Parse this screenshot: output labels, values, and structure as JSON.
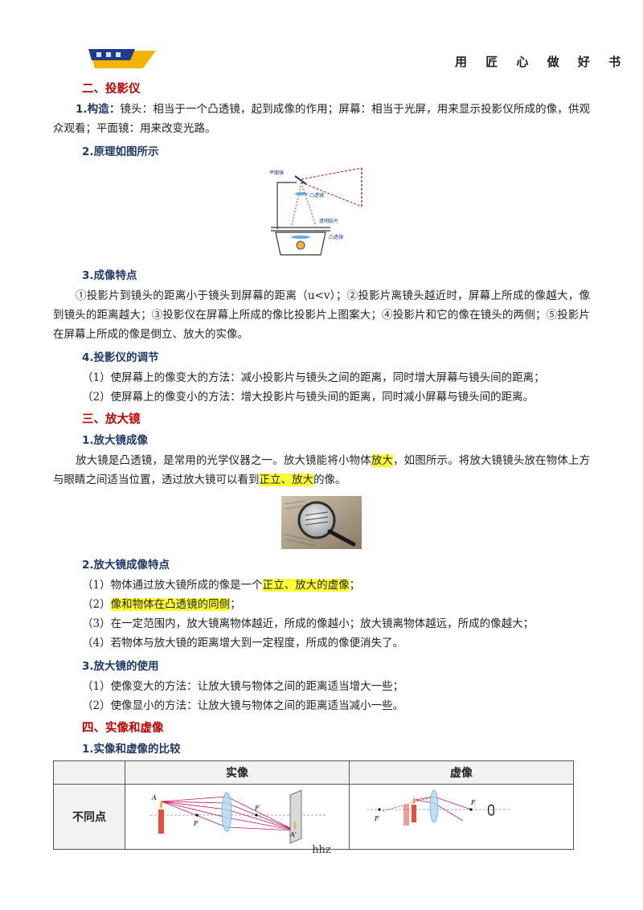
{
  "header": {
    "motto": "用 匠 心 做 好 书",
    "logo_icon": "brand-logo-icon"
  },
  "sec2": {
    "title": "二、投影仪",
    "s1_label": "1.构造：",
    "s1_text": "镜头：相当于一个凸透镜，起到成像的作用；屏幕：相当于光屏，用来显示投影仪所成的像，供观众观看；平面镜：用来改变光路。",
    "s2_title": "2.原理如图所示",
    "fig1_labels": [
      "平面镜",
      "凸透镜",
      "透明胶片",
      "凸透镜"
    ],
    "s3_title": "3.成像特点",
    "s3_text": "①投影片到镜头的距离小于镜头到屏幕的距离（u<v）；②投影片离镜头越近时，屏幕上所成的像越大，像到镜头的距离越大；③投影仪在屏幕上所成的像比投影片上图案大；④投影片和它的像在镜头的两侧；⑤投影片在屏幕上所成的像是倒立、放大的实像。",
    "s4_title": "4.投影仪的调节",
    "s4_items": [
      "（1）使屏幕上的像变大的方法：减小投影片与镜头之间的距离，同时增大屏幕与镜头间的距离；",
      "（2）使屏幕上的像变小的方法：增大投影片与镜头间的距离，同时减小屏幕与镜头间的距离。"
    ]
  },
  "sec3": {
    "title": "三、放大镜",
    "s1_title": "1.放大镜成像",
    "s1_a": "放大镜是凸透镜，是常用的光学仪器之一。放大镜能将小物体",
    "s1_hl1": "放大",
    "s1_b": "，如图所示。将放大镜镜头放在物体上方与眼睛之间适当位置，透过放大镜可以看到",
    "s1_hl2": "正立、放大",
    "s1_c": "的像。",
    "s2_title": "2.放大镜成像特点",
    "s2_i1a": "（1）物体通过放大镜所成的像是一个",
    "s2_i1hl": "正立、放大的虚像",
    "s2_i1b": "；",
    "s2_i2a": "（2）",
    "s2_i2hl": "像和物体在凸透镜的同侧",
    "s2_i2b": "；",
    "s2_i3": "（3）在一定范围内，放大镜离物体越近，所成的像越小；放大镜离物体越远，所成的像越大；",
    "s2_i4": "（4）若物体与放大镜的距离增大到一定程度，所成的像便消失了。",
    "s3_title": "3.放大镜的使用",
    "s3_i1": "（1）使像变大的方法：让放大镜与物体之间的距离适当增大一些；",
    "s3_i2": "（2）使像显小的方法：让放大镜与物体之间的距离适当减小一些。"
  },
  "sec4": {
    "title": "四、实像和虚像",
    "s1_title": "1.实像和虚像的比较",
    "table": {
      "col_real": "实像",
      "col_virtual": "虚像",
      "row_label": "不同点",
      "real_labels": [
        "A",
        "F",
        "F",
        "A'"
      ],
      "virtual_labels": [
        "F",
        "F"
      ]
    }
  },
  "footer": {
    "text": "hhz"
  }
}
